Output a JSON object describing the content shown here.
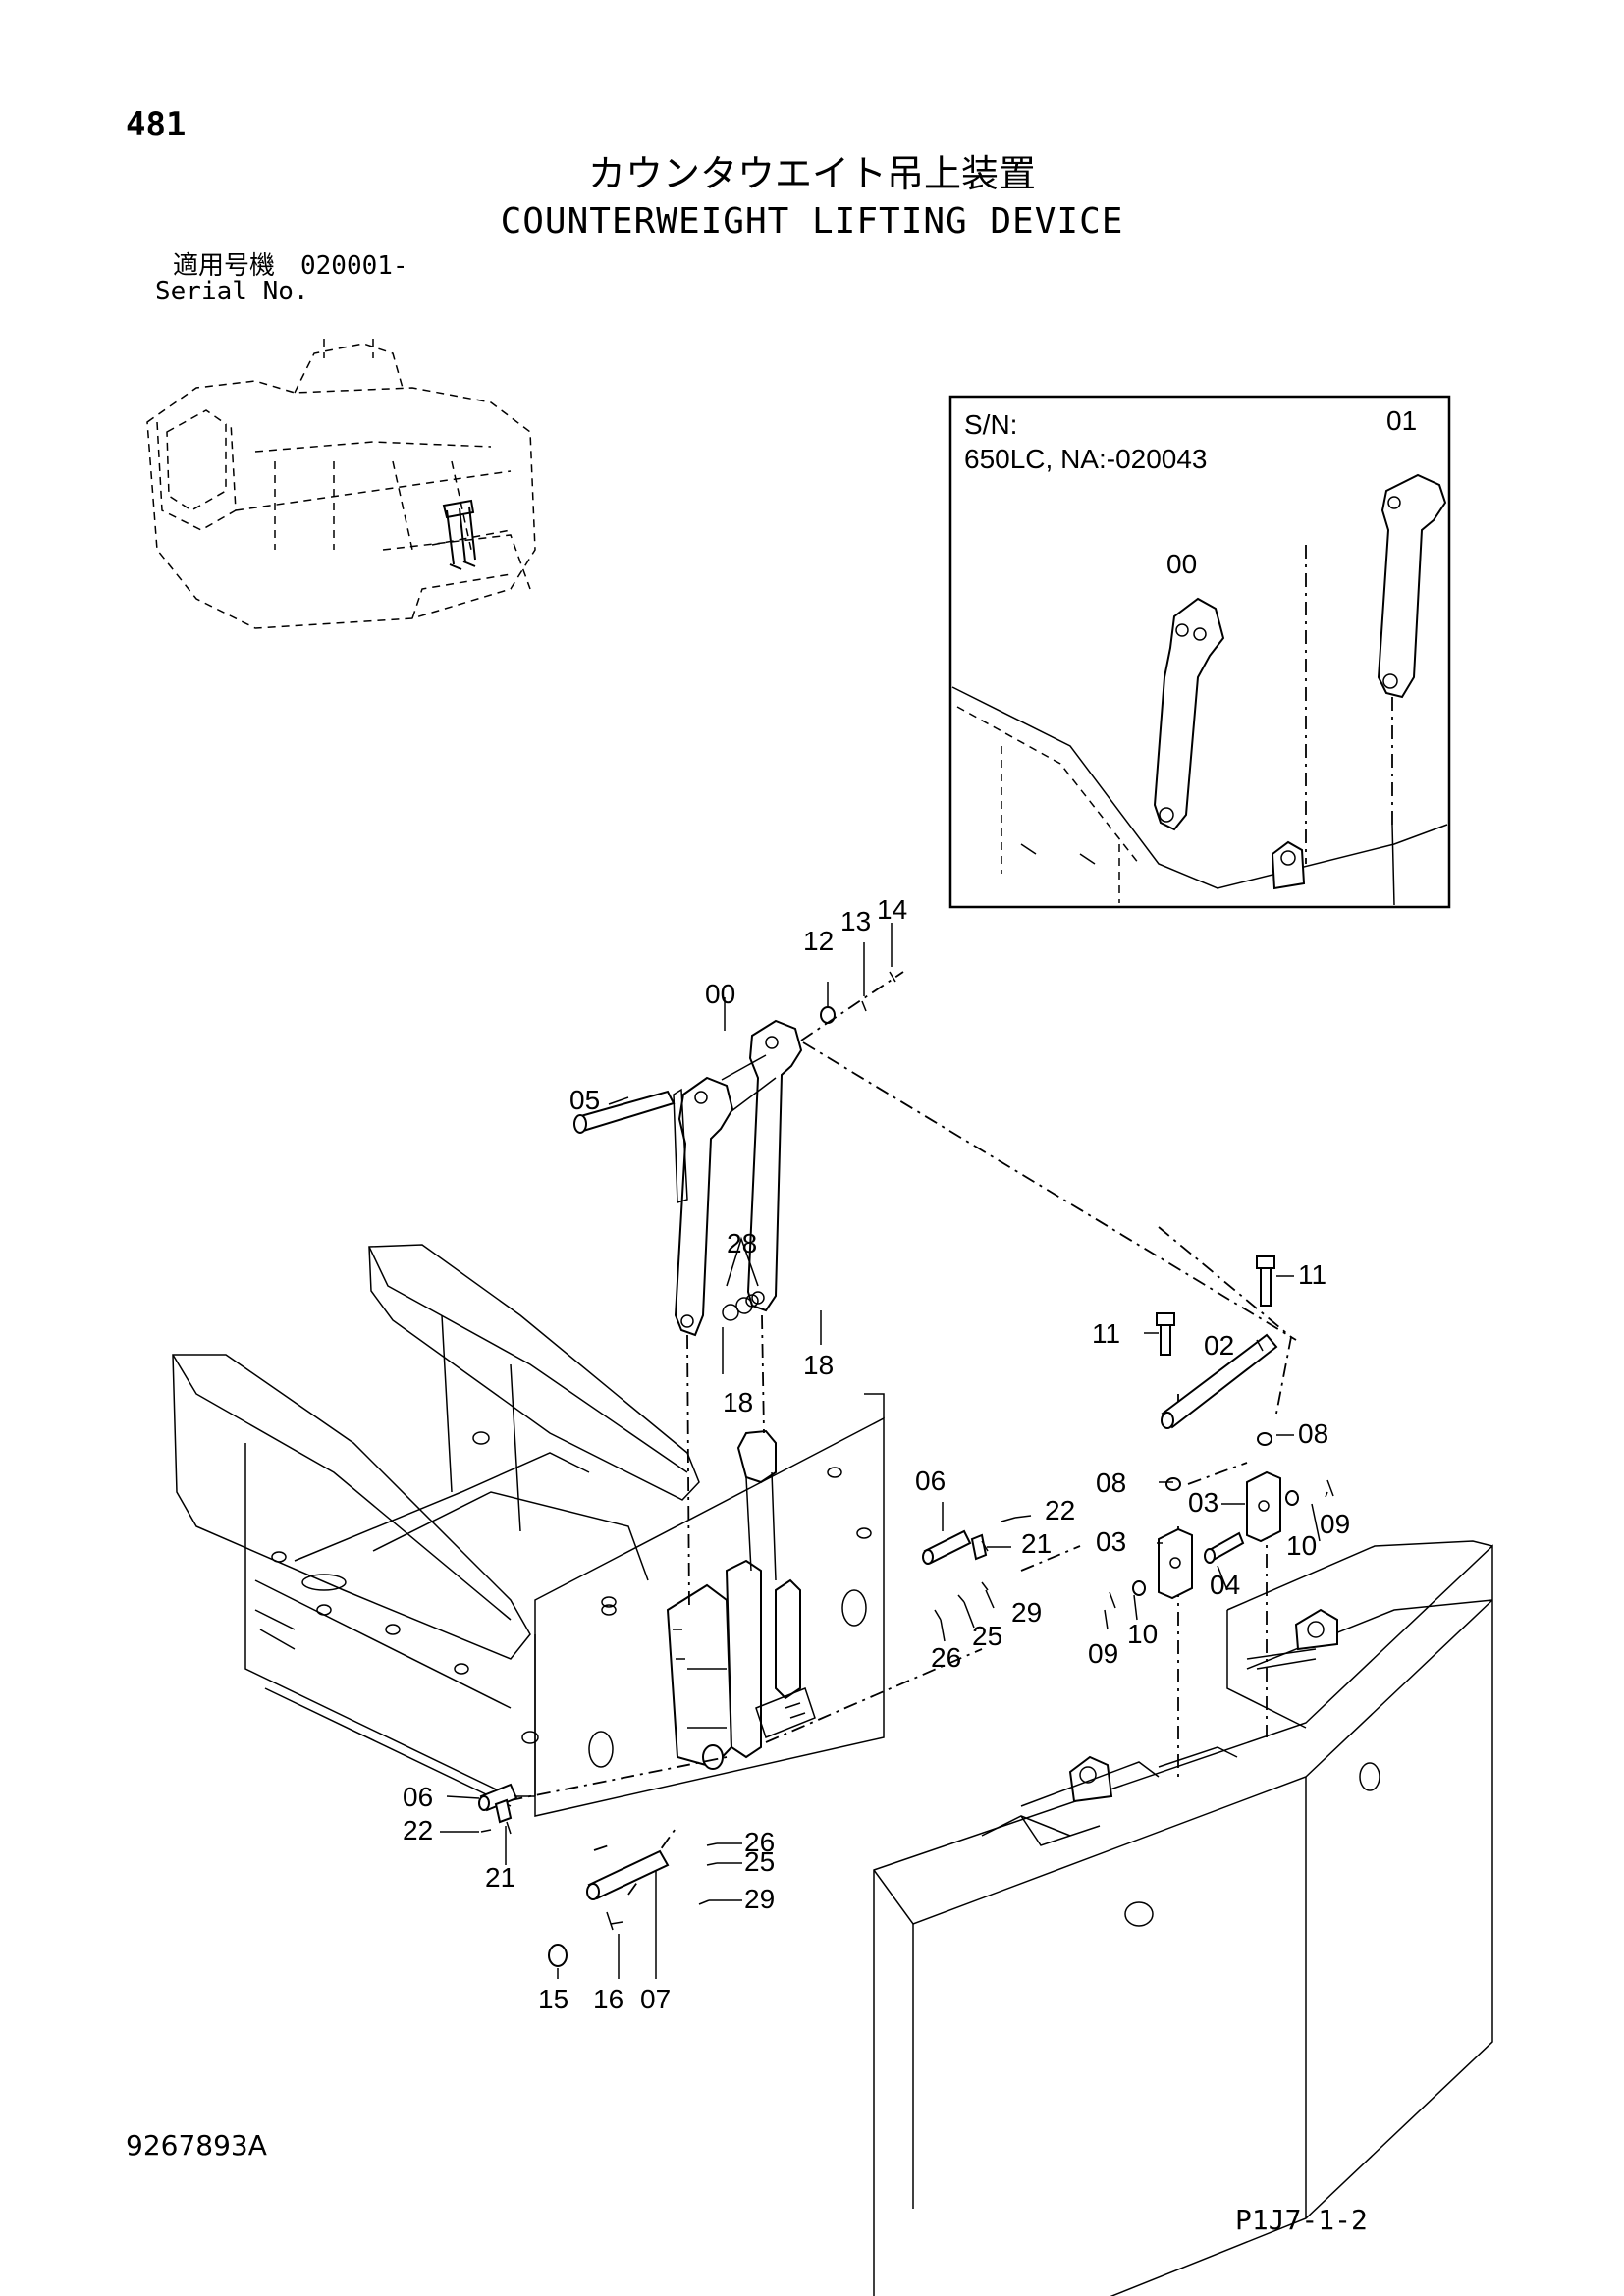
{
  "header": {
    "page_number": "481",
    "title_jp": "カウンタウエイト吊上装置",
    "title_en": "COUNTERWEIGHT LIFTING DEVICE",
    "serial_jp": "適用号機　020001-",
    "serial_en": "Serial No."
  },
  "inset": {
    "sn_label": "S/N:",
    "sn_range": "650LC, NA:-020043",
    "callouts": [
      "01",
      "00"
    ]
  },
  "callouts": {
    "c12": "12",
    "c13": "13",
    "c14": "14",
    "c00": "00",
    "c05": "05",
    "c28": "28",
    "c18a": "18",
    "c18b": "18",
    "c11a": "11",
    "c11b": "11",
    "c02": "02",
    "c08a": "08",
    "c08b": "08",
    "c03a": "03",
    "c03b": "03",
    "c09a": "09",
    "c10a": "10",
    "c04": "04",
    "c09b": "09",
    "c10b": "10",
    "c06a": "06",
    "c22a": "22",
    "c21a": "21",
    "c29a": "29",
    "c25a": "25",
    "c26a": "26",
    "c06b": "06",
    "c22b": "22",
    "c21b": "21",
    "c26b": "26",
    "c25b": "25",
    "c29b": "29",
    "c15": "15",
    "c16": "16",
    "c07": "07"
  },
  "footer": {
    "doc_number": "9267893A",
    "page_code": "P1J7-1-2"
  }
}
